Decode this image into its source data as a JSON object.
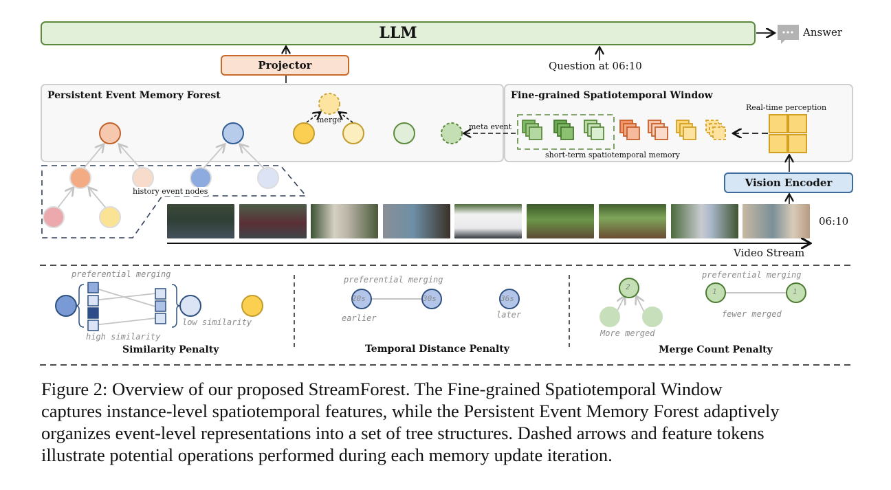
{
  "figure": {
    "llm": {
      "label": "LLM",
      "color_fill": "#e2efd9",
      "color_border": "#5b8a3c"
    },
    "answer": {
      "label": "Answer",
      "icon": "speech-bubble-icon"
    },
    "projector": {
      "label": "Projector",
      "color_fill": "#fbe1d2",
      "color_border": "#c8692b"
    },
    "question": {
      "label": "Question at 06:10"
    },
    "persistent_event_memory_forest": {
      "title": "Persistent Event Memory Forest",
      "merge_label": "merge",
      "meta_event_label": "meta event",
      "history_label": "history event nodes"
    },
    "fine_grained_window": {
      "title": "Fine-grained Spatiotemporal Window",
      "real_time_label": "Real-time perception",
      "short_term_label": "short-term spatiotemporal memory"
    },
    "vision_encoder": {
      "label": "Vision Encoder",
      "color_fill": "#d6e6f5",
      "color_border": "#3c6a99"
    },
    "video_stream": {
      "label": "Video Stream",
      "timestamp": "06:10",
      "frame_count": 9
    },
    "penalties": {
      "similarity": {
        "title": "Similarity Penalty",
        "preferential": "preferential merging",
        "high": "high similarity",
        "low": "low similarity"
      },
      "temporal": {
        "title": "Temporal Distance Penalty",
        "preferential": "preferential merging",
        "nodes": [
          "20s",
          "30s",
          "36s"
        ],
        "earlier": "earlier",
        "later": "later"
      },
      "merge_count": {
        "title": "Merge Count Penalty",
        "preferential": "preferential merging",
        "parent_count": "2",
        "pair_counts": [
          "1",
          "1"
        ],
        "more": "More merged",
        "fewer": "fewer merged"
      }
    }
  },
  "caption": {
    "lines": [
      "Figure 2: Overview of our proposed StreamForest. The Fine-grained Spatiotemporal Window",
      "captures instance-level spatiotemporal features, while the Persistent Event Memory Forest adaptively",
      "organizes event-level representations into a set of tree structures. Dashed arrows and feature tokens",
      "illustrate potential operations performed during each memory update iteration."
    ]
  }
}
